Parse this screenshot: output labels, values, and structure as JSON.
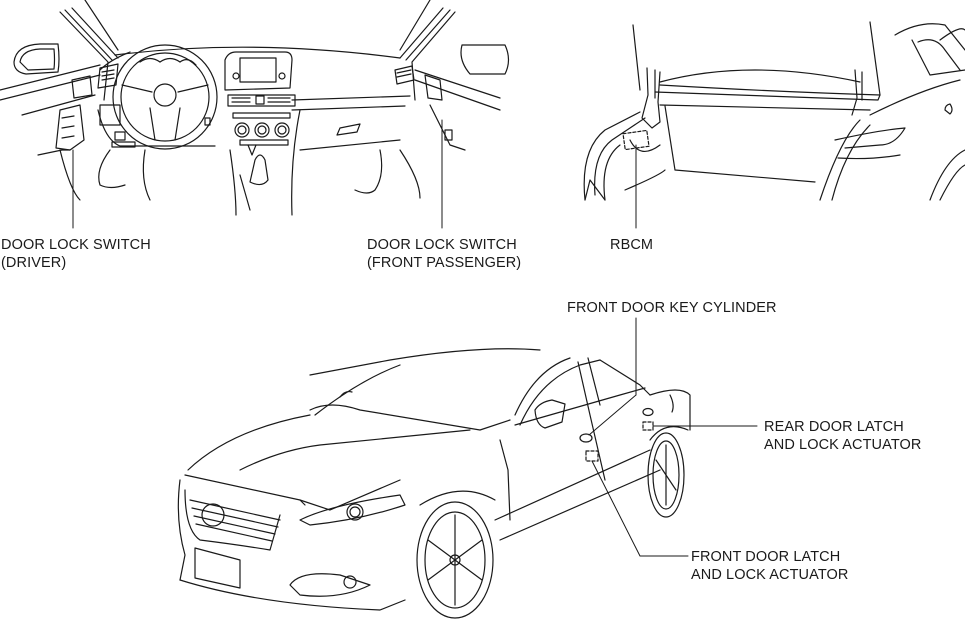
{
  "diagram": {
    "title": "Door lock system component locations",
    "labels": {
      "door_lock_switch_driver": [
        "DOOR LOCK SWITCH",
        "(DRIVER)"
      ],
      "door_lock_switch_passenger": [
        "DOOR LOCK SWITCH",
        "(FRONT PASSENGER)"
      ],
      "rbcm": [
        "RBCM"
      ],
      "front_door_key_cylinder": [
        "FRONT DOOR KEY CYLINDER"
      ],
      "rear_door_latch": [
        "REAR DOOR LATCH",
        "AND LOCK ACTUATOR"
      ],
      "front_door_latch": [
        "FRONT DOOR LATCH",
        "AND LOCK ACTUATOR"
      ]
    },
    "line_color": "#1a1a1a",
    "background": "#ffffff"
  }
}
